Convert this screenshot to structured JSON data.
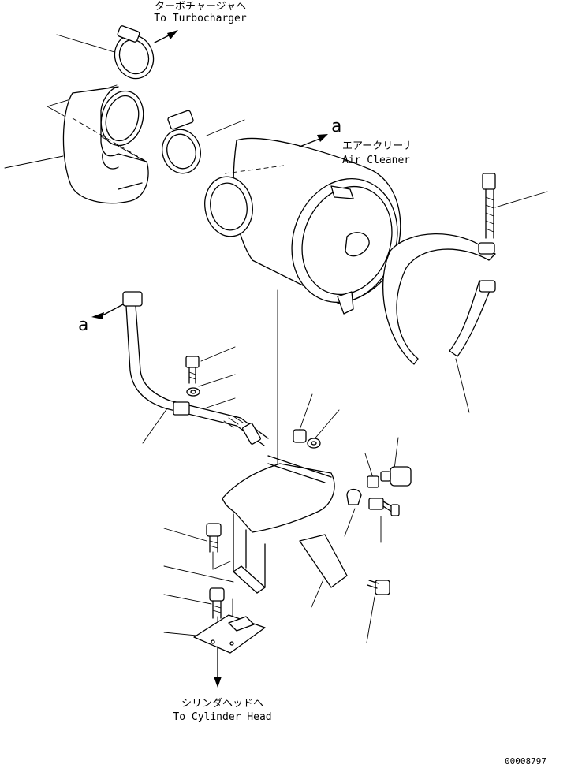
{
  "labels": {
    "turbo_jp": "ターボチャージャヘ",
    "turbo_en": "To Turbocharger",
    "air_cleaner_jp": "エアークリーナ",
    "air_cleaner_en": "Air Cleaner",
    "cylinder_jp": "シリンダヘッドヘ",
    "cylinder_en": "To Cylinder Head",
    "ref_a_top": "a",
    "ref_a_left": "a",
    "drawing_number": "00008797"
  }
}
